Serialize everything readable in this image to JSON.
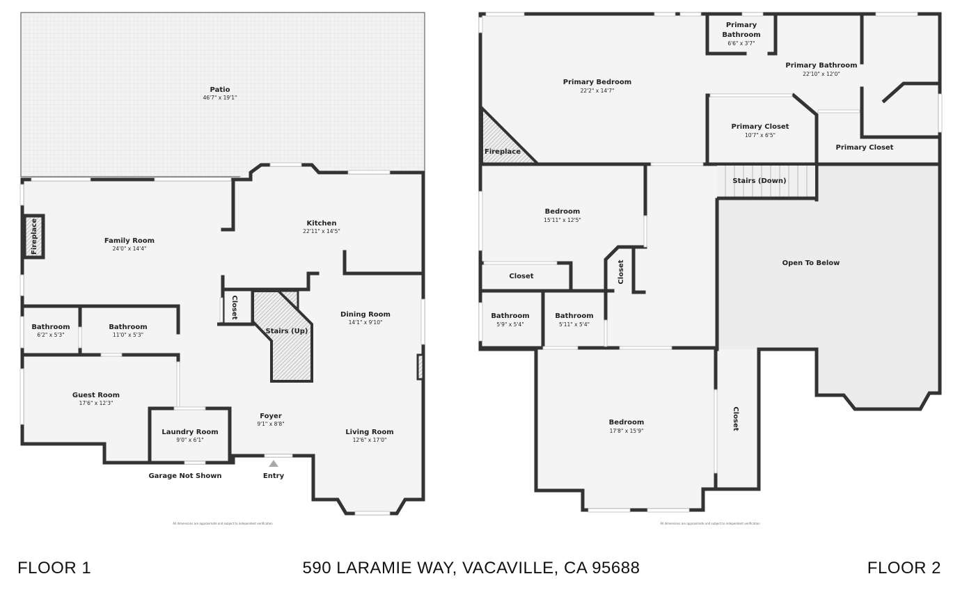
{
  "floor1": {
    "rooms": {
      "patio": {
        "name": "Patio",
        "dims": "46'7\" x 19'1\""
      },
      "family_room": {
        "name": "Family Room",
        "dims": "24'0\" x 14'4\""
      },
      "kitchen": {
        "name": "Kitchen",
        "dims": "22'11\" x 14'5\""
      },
      "fireplace": {
        "name": "Fireplace"
      },
      "closet": {
        "name": "Closet"
      },
      "stairs": {
        "name": "Stairs (Up)"
      },
      "dining_room": {
        "name": "Dining Room",
        "dims": "14'1\" x 9'10\""
      },
      "bathroom_a": {
        "name": "Bathroom",
        "dims": "6'2\" x 5'3\""
      },
      "bathroom_b": {
        "name": "Bathroom",
        "dims": "11'0\" x 5'3\""
      },
      "guest_room": {
        "name": "Guest Room",
        "dims": "17'6\" x 12'3\""
      },
      "laundry_room": {
        "name": "Laundry Room",
        "dims": "9'0\" x 6'1\""
      },
      "foyer": {
        "name": "Foyer",
        "dims": "9'1\" x 8'8\""
      },
      "living_room": {
        "name": "Living Room",
        "dims": "12'6\" x 17'0\""
      }
    },
    "garage_note": "Garage Not Shown",
    "entry_label": "Entry",
    "disclaimer": "All dimensions are approximate and subject to independent verification"
  },
  "floor2": {
    "rooms": {
      "primary_bedroom": {
        "name": "Primary Bedroom",
        "dims": "22'2\" x 14'7\""
      },
      "primary_bathroom_small": {
        "name1": "Primary",
        "name2": "Bathroom",
        "dims": "6'6\" x 3'7\""
      },
      "primary_bathroom": {
        "name": "Primary Bathroom",
        "dims": "22'10\" x 12'0\""
      },
      "primary_closet_a": {
        "name": "Primary Closet",
        "dims": "10'7\" x 6'5\""
      },
      "primary_closet_b": {
        "name": "Primary Closet"
      },
      "fireplace": {
        "name": "Fireplace"
      },
      "stairs": {
        "name": "Stairs (Down)"
      },
      "bedroom_a": {
        "name": "Bedroom",
        "dims": "15'11\" x 12'5\""
      },
      "closet_a": {
        "name": "Closet"
      },
      "closet_b": {
        "name": "Closet"
      },
      "open_to_below": {
        "name": "Open To Below"
      },
      "bathroom_a": {
        "name": "Bathroom",
        "dims": "5'9\" x 5'4\""
      },
      "bathroom_b": {
        "name": "Bathroom",
        "dims": "5'11\" x 5'4\""
      },
      "bedroom_b": {
        "name": "Bedroom",
        "dims": "17'8\" x 15'9\""
      },
      "closet_c": {
        "name": "Closet"
      }
    },
    "disclaimer": "All dimensions are approximate and subject to independent verification"
  },
  "footer": {
    "floor1_label": "FLOOR 1",
    "address": "590 LARAMIE WAY, VACAVILLE, CA 95688",
    "floor2_label": "FLOOR 2"
  },
  "colors": {
    "wall": "#333333",
    "floor": "#f4f4f4",
    "open_to_below": "#ececec",
    "patio": "#f2f2f2"
  }
}
